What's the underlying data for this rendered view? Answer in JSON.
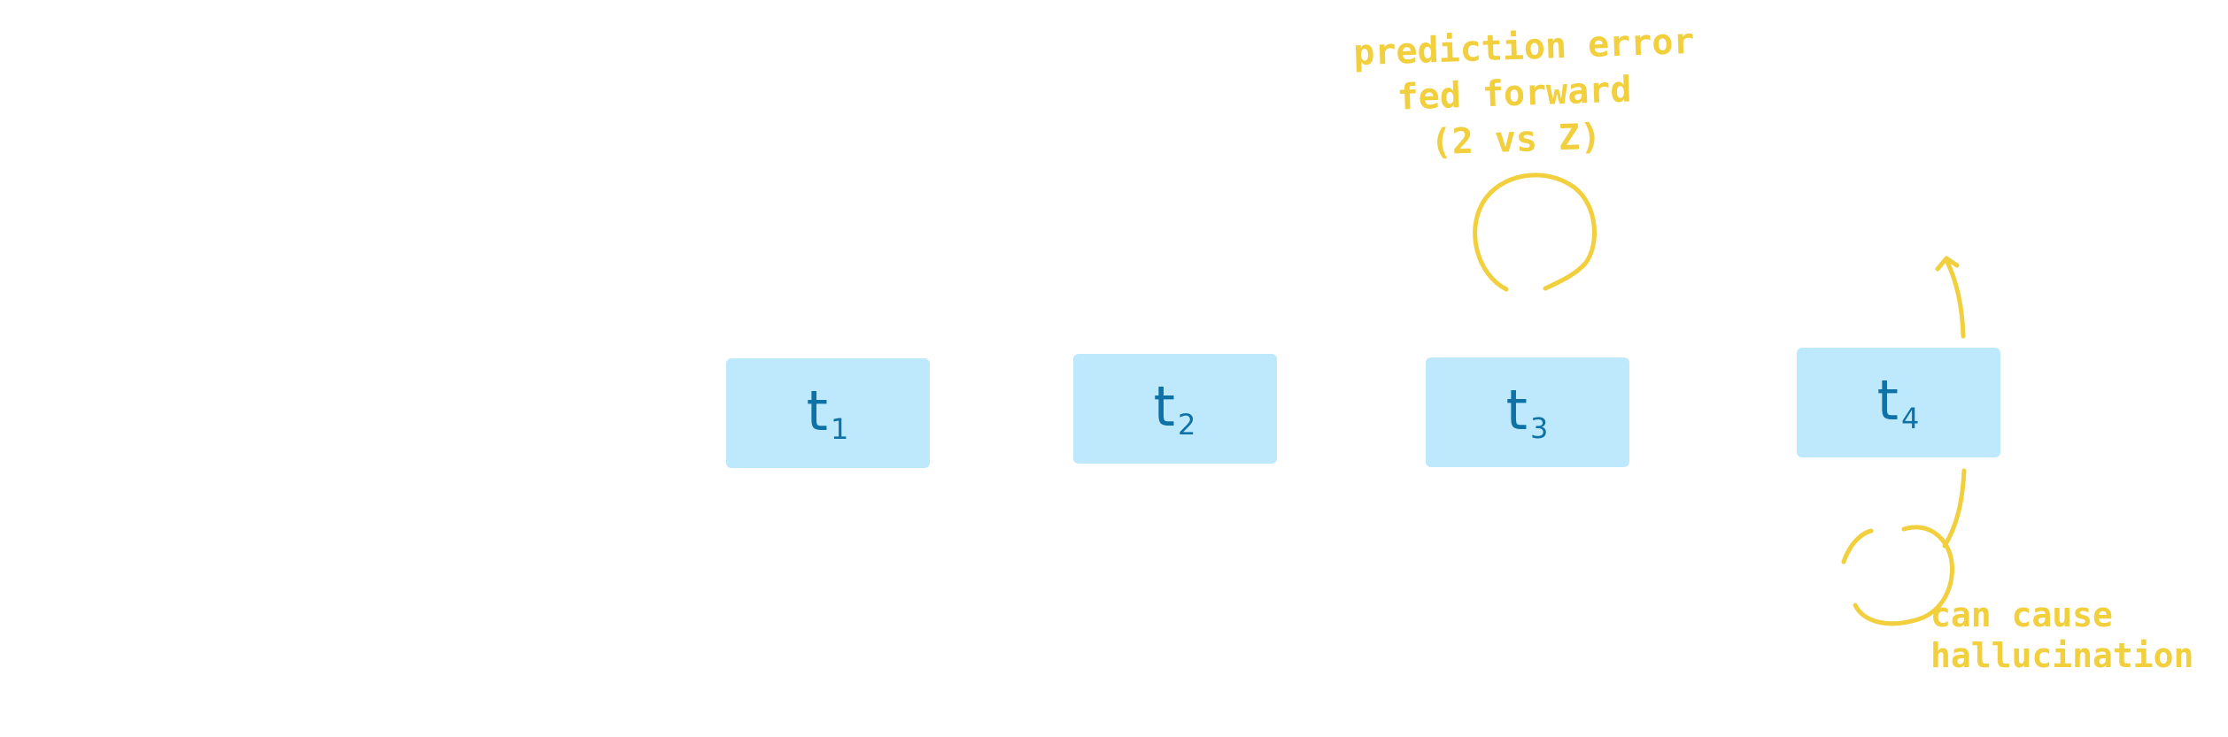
{
  "diagram": {
    "nodes": [
      {
        "id": "t1",
        "base": "t",
        "sub": "1"
      },
      {
        "id": "t2",
        "base": "t",
        "sub": "2"
      },
      {
        "id": "t3",
        "base": "t",
        "sub": "3"
      },
      {
        "id": "t4",
        "base": "t",
        "sub": "4"
      }
    ],
    "annotations": {
      "prediction_error": "prediction error\nfed forward\n(2 vs Z)",
      "hallucination": "can cause\nhallucination"
    },
    "colors": {
      "node_fill": "#bee9fc",
      "node_text": "#0f72a6",
      "annotation": "#f2cf3d"
    }
  }
}
